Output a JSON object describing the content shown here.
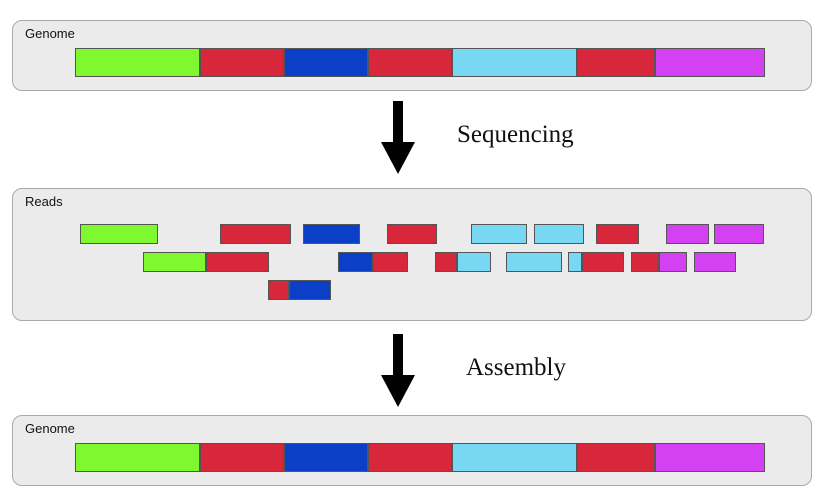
{
  "panels": {
    "genome_top": {
      "label": "Genome"
    },
    "reads": {
      "label": "Reads"
    },
    "genome_bottom": {
      "label": "Genome"
    }
  },
  "steps": {
    "sequencing": "Sequencing",
    "assembly": "Assembly"
  },
  "colors": {
    "green": "#80f830",
    "red": "#d8263a",
    "blue": "#0b3fc8",
    "light_blue": "#78d8f4",
    "purple": "#d341f2",
    "panel_bg": "#ebebeb",
    "panel_border": "#a9a9a9",
    "arrow": "#000000"
  },
  "genome_segments": [
    "green",
    "red",
    "blue",
    "red",
    "light_blue",
    "red",
    "purple"
  ],
  "reads": [
    {
      "row": 1,
      "parts": [
        "green"
      ]
    },
    {
      "row": 1,
      "parts": [
        "red"
      ]
    },
    {
      "row": 1,
      "parts": [
        "blue"
      ]
    },
    {
      "row": 1,
      "parts": [
        "red"
      ]
    },
    {
      "row": 1,
      "parts": [
        "light_blue"
      ]
    },
    {
      "row": 1,
      "parts": [
        "light_blue"
      ]
    },
    {
      "row": 1,
      "parts": [
        "red"
      ]
    },
    {
      "row": 1,
      "parts": [
        "purple"
      ]
    },
    {
      "row": 1,
      "parts": [
        "purple"
      ]
    },
    {
      "row": 2,
      "parts": [
        "green",
        "red"
      ]
    },
    {
      "row": 2,
      "parts": [
        "blue",
        "red"
      ]
    },
    {
      "row": 2,
      "parts": [
        "red",
        "light_blue"
      ]
    },
    {
      "row": 2,
      "parts": [
        "light_blue"
      ]
    },
    {
      "row": 2,
      "parts": [
        "light_blue",
        "red"
      ]
    },
    {
      "row": 2,
      "parts": [
        "red",
        "purple"
      ]
    },
    {
      "row": 2,
      "parts": [
        "purple"
      ]
    },
    {
      "row": 3,
      "parts": [
        "red",
        "blue"
      ]
    }
  ]
}
